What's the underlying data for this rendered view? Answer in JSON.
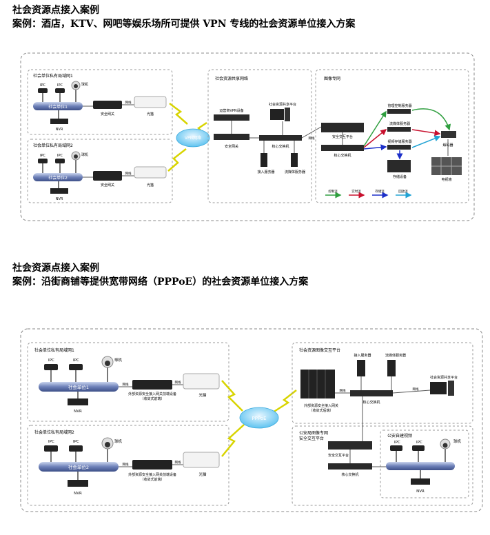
{
  "section1": {
    "title": "社会资源点接入案例",
    "subtitle": "案例：酒店，KTV、网吧等娱乐场所可提供 VPN 专线的社会资源单位接入方案",
    "lan1": {
      "title": "社会单位私有局域网1",
      "unit": "社会单位1",
      "ipc1": "IPC",
      "ipc2": "IPC",
      "dome": "球机",
      "nvr": "NVR",
      "gateway": "安全网关",
      "modem": "光猫",
      "link1": "网线",
      "link2": "网线"
    },
    "lan2": {
      "title": "社会单位私有局域网2",
      "unit": "社会单位2",
      "ipc1": "IPC",
      "ipc2": "IPC",
      "dome": "球机",
      "nvr": "NVR",
      "gateway": "安全网关",
      "modem": "光猫",
      "link1": "网线",
      "link2": "网线"
    },
    "vpn": "VPN网络",
    "share": {
      "title": "社会资源共享网络",
      "vpn_device": "运营商VPN设备",
      "platform": "社会资源共享平台",
      "gateway": "安全网关",
      "core_switch": "核心交换机",
      "access_server": "接入服务器",
      "stream_server": "流媒体服务器",
      "link": "网线"
    },
    "image": {
      "title": "图像专网",
      "mgmt_server": "管理控制服务器",
      "stream_server": "流媒体服务器",
      "storage_server": "视频存储服务器",
      "storage": "存储设备",
      "platform": "安全交互平台",
      "core_switch": "核心交换机",
      "decoder": "解码器",
      "tv_wall": "电视墙",
      "link": "网线"
    },
    "legend": [
      {
        "label": "控制流",
        "color": "#2e9e3e"
      },
      {
        "label": "实时流",
        "color": "#c8102e"
      },
      {
        "label": "存储流",
        "color": "#1c2fc9"
      },
      {
        "label": "回放流",
        "color": "#22a3d4"
      }
    ]
  },
  "section2": {
    "title": "社会资源点接入案例",
    "subtitle": "案例：沿街商铺等提供宽带网络（PPPoE）的社会资源单位接入方案",
    "lan1": {
      "title": "社会单位私有局域网1",
      "unit": "社会单位1",
      "ipc1": "IPC",
      "ipc2": "IPC",
      "dome": "球机",
      "nvr": "NVR",
      "gateway": "外部资源安全接入网关前端设备",
      "gateway2": "（收敛式前端）",
      "modem": "光猫",
      "link1": "网线",
      "link2": "网线"
    },
    "lan2": {
      "title": "社会单位私有局域网2",
      "unit": "社会单位2",
      "ipc1": "IPC",
      "ipc2": "IPC",
      "dome": "球机",
      "nvr": "NVR",
      "gateway": "外部资源安全接入网关前端设备",
      "gateway2": "（收敛式前端）",
      "modem": "光猫",
      "link1": "网线",
      "link2": "网线"
    },
    "pppoe": "PPPoE",
    "share": {
      "title": "社会资源图像交互平台",
      "access_server": "接入服务器",
      "stream_server": "流媒体服务器",
      "platform": "社会资源共享平台",
      "gateway": "外部资源安全接入网关",
      "gateway2": "（收敛式后端）",
      "core_switch": "核心交换机",
      "link1": "网线",
      "link2": "网线"
    },
    "police": {
      "title": "公安局图像专网",
      "title2": "安全交互平台",
      "platform": "安全交互平台",
      "core_switch": "核心交换机",
      "own_title": "公安自建视频",
      "ipc1": "IPC",
      "ipc2": "IPC",
      "dome": "球机",
      "nvr": "NVR"
    }
  }
}
